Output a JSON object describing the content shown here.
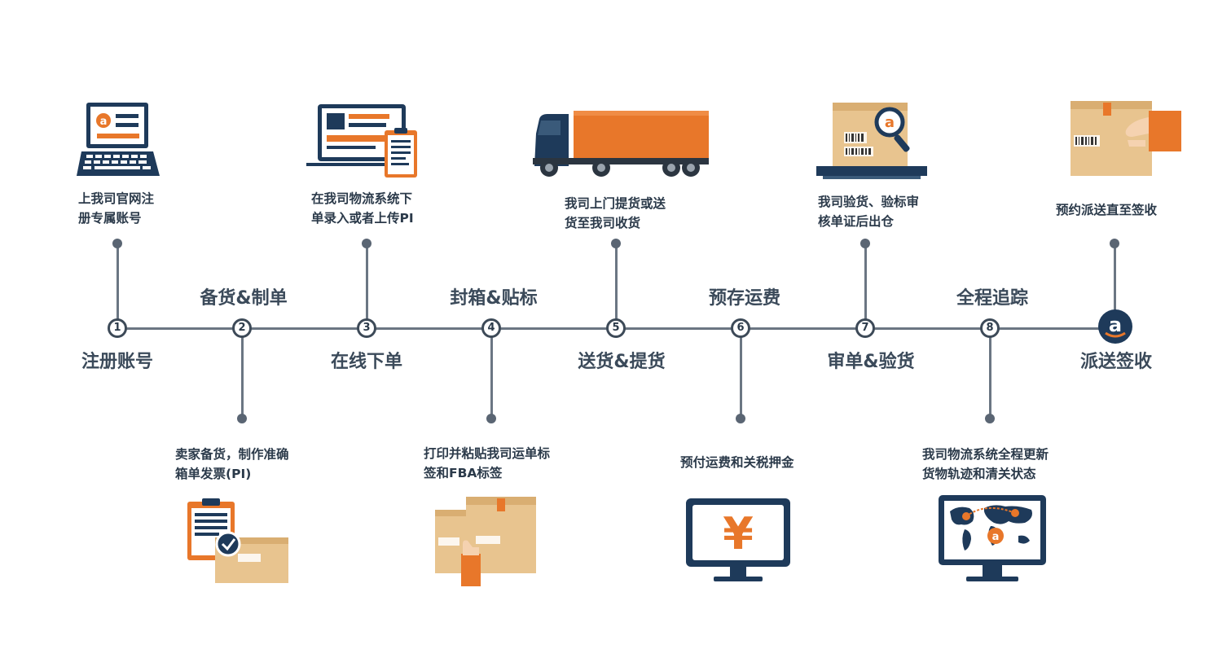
{
  "phases": {
    "p1": "注册账号",
    "p2": "备货&制单",
    "p3": "在线下单",
    "p4": "封箱&贴标",
    "p5": "送货&提货",
    "p6": "预存运费",
    "p7": "审单&验货",
    "p8": "全程追踪",
    "p9": "派送签收"
  },
  "nodes": [
    "1",
    "2",
    "3",
    "4",
    "5",
    "6",
    "7",
    "8"
  ],
  "descriptions": {
    "d1": {
      "line1": "上我司官网注",
      "line2": "册专属账号"
    },
    "d2": {
      "line1": "卖家备货，制作准确",
      "line2": "箱单发票(PI)"
    },
    "d3": {
      "line1": "在我司物流系统下",
      "line2": "单录入或者上传PI"
    },
    "d4": {
      "line1": "打印并粘贴我司运单标",
      "line2": "签和FBA标签"
    },
    "d5": {
      "line1": "我司上门提货或送",
      "line2": "货至我司收货"
    },
    "d6": {
      "line1": "预付运费和关税押金"
    },
    "d7": {
      "line1": "我司验货、验标审",
      "line2": "核单证后出仓"
    },
    "d8": {
      "line1": "我司物流系统全程更新",
      "line2": "货物轨迹和清关状态"
    },
    "d9": {
      "line1": "预约派送直至签收"
    }
  },
  "icon_labels": {
    "amazon_letter": "a",
    "yen": "¥"
  },
  "colors": {
    "line": "#6b7683",
    "node_border": "#3d4a58",
    "navy": "#1e3a5a",
    "orange": "#e8772a",
    "box": "#e8c48f"
  }
}
